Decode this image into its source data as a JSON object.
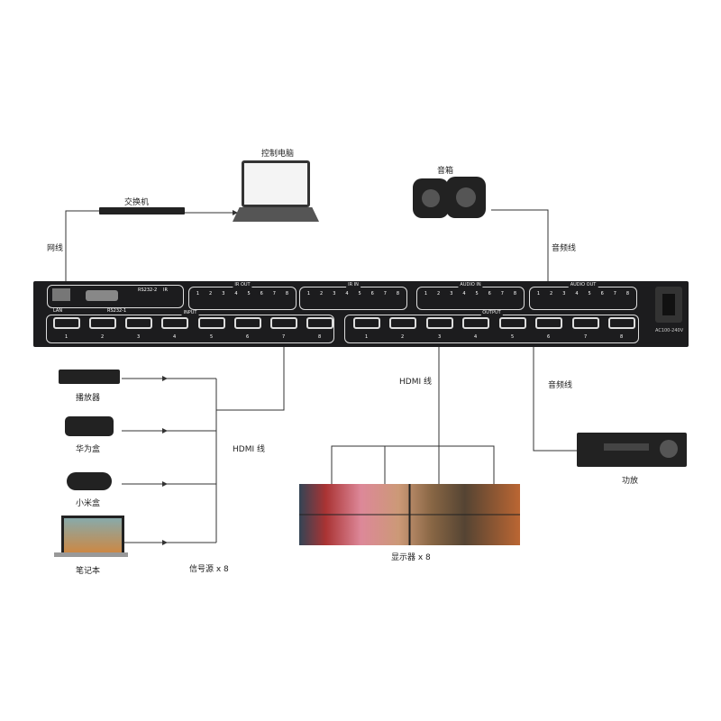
{
  "labels": {
    "pc": "控制电脑",
    "switch": "交换机",
    "net_cable": "网线",
    "speaker": "音箱",
    "audio_cable_top": "音频线",
    "player": "播放器",
    "huawei": "华为盒",
    "xiaomi": "小米盒",
    "laptop": "笔记本",
    "hdmi_in": "HDMI 线",
    "sources": "信号源 x 8",
    "hdmi_out": "HDMI 线",
    "displays": "显示器 x 8",
    "audio_cable_bottom": "音频线",
    "amplifier": "功放"
  },
  "panel": {
    "lan": "LAN",
    "rs232_1": "RS232-1",
    "rs232_2": "RS232-2",
    "ir": "IR",
    "ir_out": "IR OUT",
    "ir_in": "IR IN",
    "audio_in": "AUDIO IN",
    "audio_out": "AUDIO OUT",
    "input": "INPUT",
    "output": "OUTPUT",
    "power": "AC100-240V",
    "numbers": [
      "1",
      "2",
      "3",
      "4",
      "5",
      "6",
      "7",
      "8"
    ]
  }
}
